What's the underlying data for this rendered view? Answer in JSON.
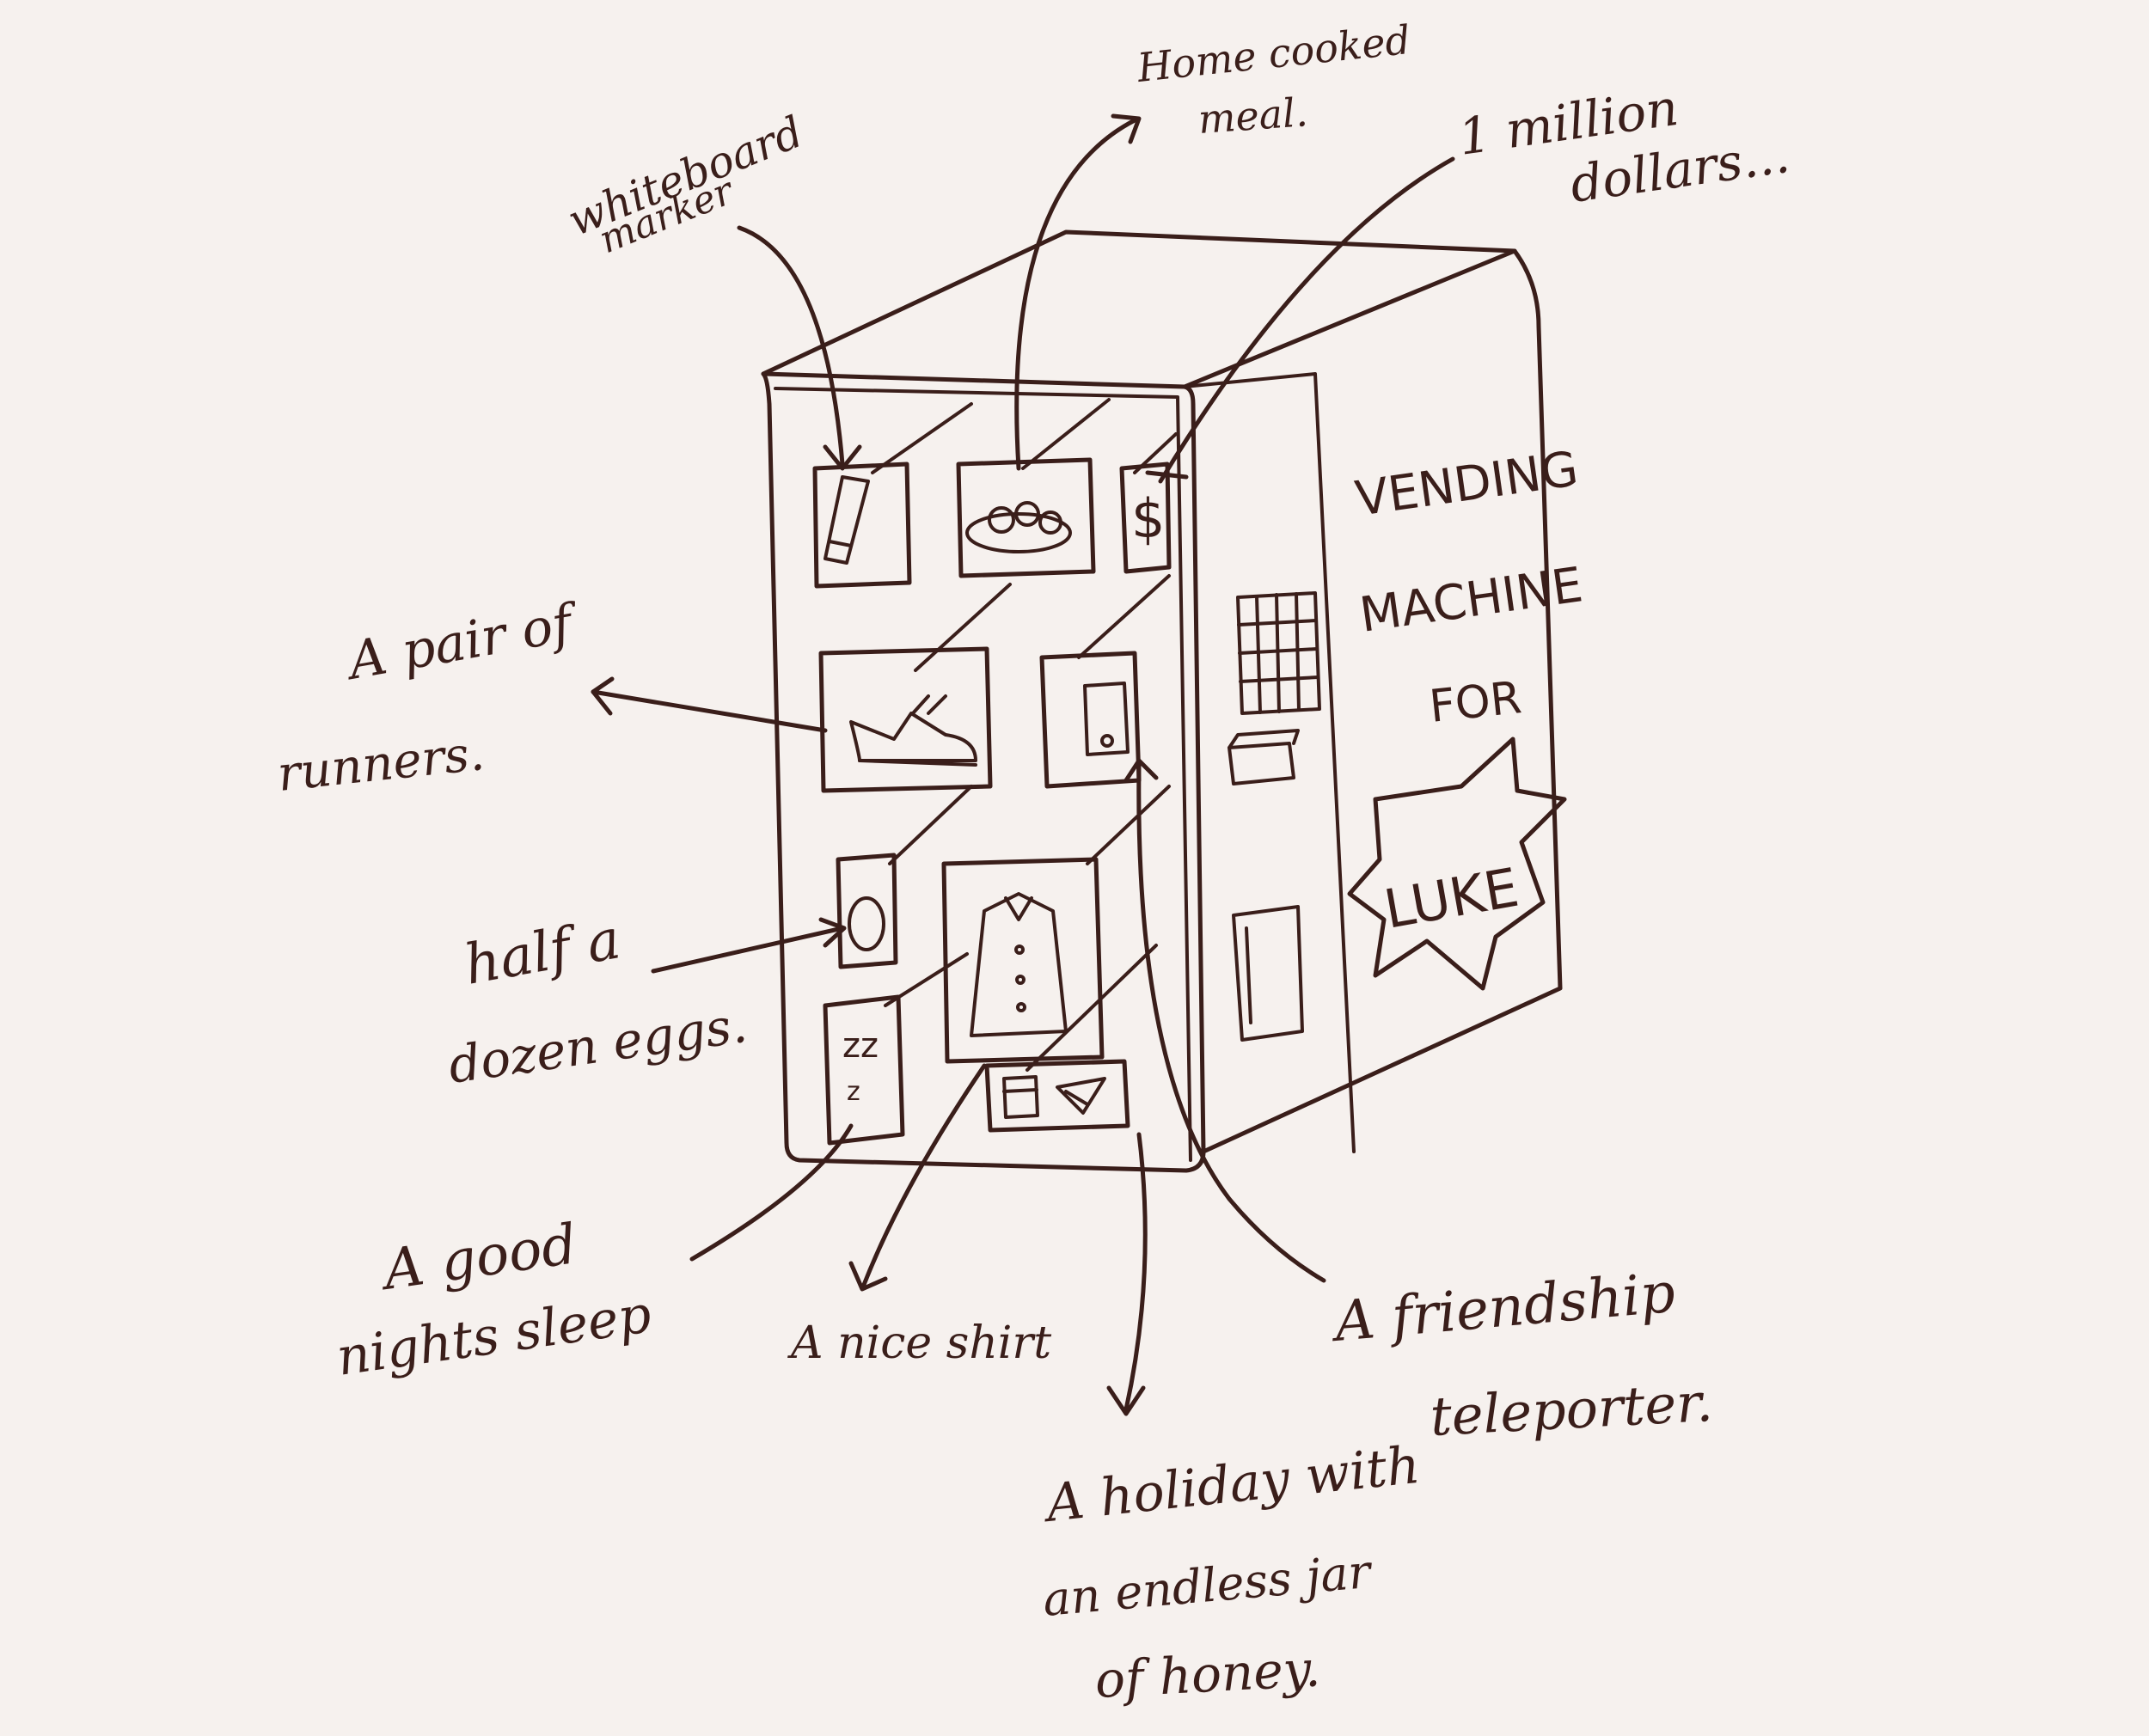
{
  "colors": {
    "paper": "#f6f1ee",
    "ink": "#3a1e1a"
  },
  "machine": {
    "side_line_1": "VENDING",
    "side_line_2": "MACHINE",
    "side_line_3": "FOR",
    "name_badge": "LUKE"
  },
  "items": [
    {
      "id": "marker",
      "label_lines": [
        "whiteboard",
        "marker"
      ],
      "icon": "pen-icon"
    },
    {
      "id": "meal",
      "label_lines": [
        "Home cooked",
        "meal."
      ],
      "icon": "meal-plate-icon"
    },
    {
      "id": "dollars",
      "label_lines": [
        "1 million",
        "dollars..."
      ],
      "icon": "dollar-icon"
    },
    {
      "id": "runners",
      "label_lines": [
        "A pair of",
        "runners."
      ],
      "icon": "sneaker-icon"
    },
    {
      "id": "teleporter",
      "label_lines": [
        "A friendship",
        "teleporter."
      ],
      "icon": "phone-icon"
    },
    {
      "id": "eggs",
      "label_lines": [
        "half a",
        "dozen eggs."
      ],
      "icon": "egg-icon"
    },
    {
      "id": "shirt",
      "label_lines": [
        "A nice shirt"
      ],
      "icon": "shirt-icon"
    },
    {
      "id": "sleep",
      "label_lines": [
        "A good",
        "nights sleep"
      ],
      "icon": "zzz-icon"
    },
    {
      "id": "holiday",
      "label_lines": [
        "A holiday with",
        "an endless jar",
        "of honey."
      ],
      "icon": "honey-jar-icon"
    }
  ]
}
